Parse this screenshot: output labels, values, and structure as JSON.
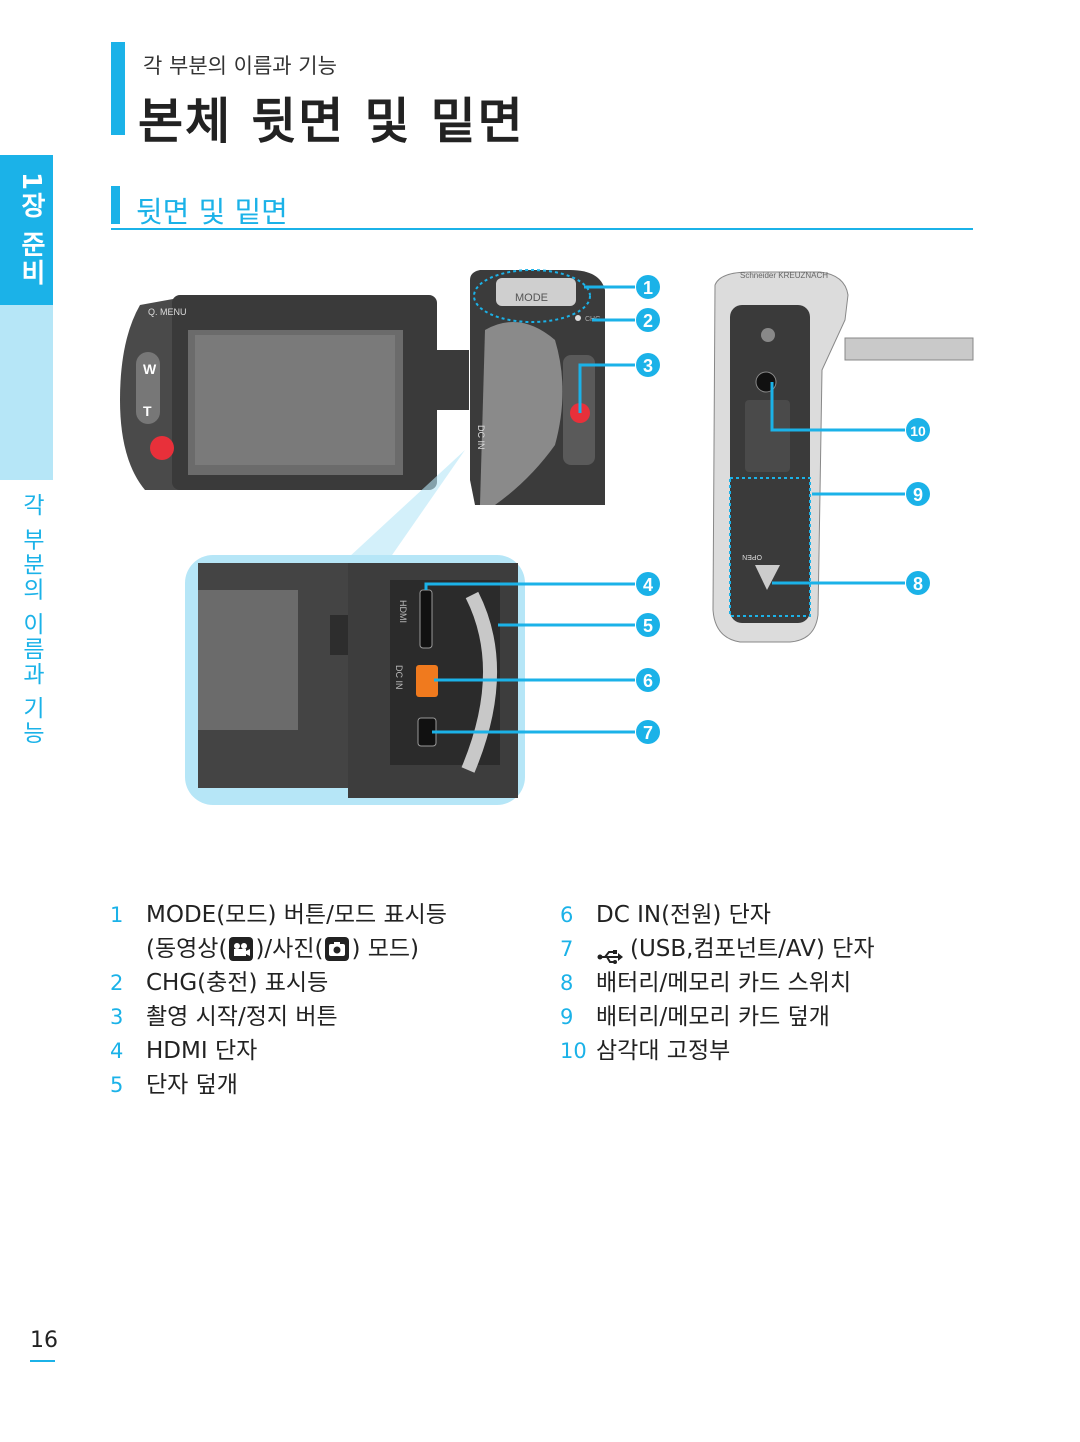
{
  "header": {
    "subtitle": "각 부분의 이름과 기능",
    "title": "본체 뒷면 및 밑면"
  },
  "side_tabs": {
    "chapter": "1장 준비",
    "section": "각 부분의 이름과 기능"
  },
  "section": {
    "title": "뒷면 및 밑면"
  },
  "figure": {
    "labels": {
      "q_menu": "Q. MENU",
      "w": "W",
      "t": "T",
      "mode": "MODE",
      "chg": "CHG",
      "dc_in": "DC IN",
      "open": "OPEN",
      "brand": "Schneider KREUZNACH",
      "hdmi": "HDMI"
    },
    "callouts": [
      "1",
      "2",
      "3",
      "4",
      "5",
      "6",
      "7",
      "8",
      "9",
      "10"
    ]
  },
  "legend": {
    "left": [
      {
        "num": "1",
        "text": "MODE(모드) 버튼/모드 표시등"
      },
      {
        "num": "",
        "text_a": "(동영상(",
        "text_b": ")/사진(",
        "text_c": ") 모드)"
      },
      {
        "num": "2",
        "text": "CHG(충전) 표시등"
      },
      {
        "num": "3",
        "text": "촬영 시작/정지 버튼"
      },
      {
        "num": "4",
        "text": "HDMI 단자"
      },
      {
        "num": "5",
        "text": "단자 덮개"
      }
    ],
    "right": [
      {
        "num": "6",
        "text": "DC IN(전원) 단자"
      },
      {
        "num": "7",
        "text": "(USB,컴포넌트/AV) 단자"
      },
      {
        "num": "8",
        "text": "배터리/메모리 카드 스위치"
      },
      {
        "num": "9",
        "text": "배터리/메모리 카드 덮개"
      },
      {
        "num": "10",
        "text": "삼각대 고정부"
      }
    ]
  },
  "footer": {
    "page_number": "16"
  },
  "colors": {
    "accent": "#1bb2e8",
    "light_accent": "#b6e6f7",
    "record_red": "#e8303a",
    "dc_orange": "#f07a1e"
  }
}
